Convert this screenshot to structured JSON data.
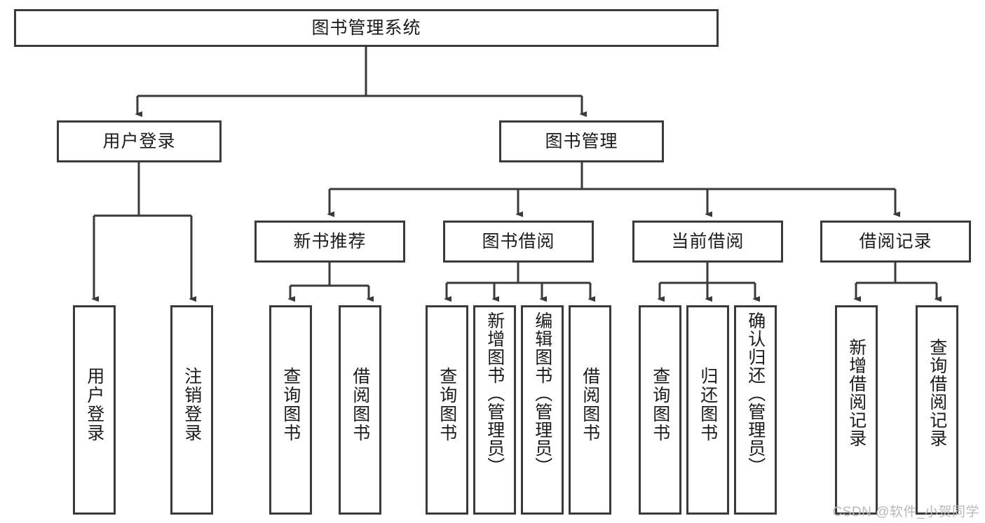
{
  "diagram": {
    "title": "图书管理系统",
    "watermark": "CSDN @软件_小贺同学",
    "root": {
      "label": "图书管理系统"
    },
    "level2": [
      {
        "label": "用户登录"
      },
      {
        "label": "图书管理"
      }
    ],
    "level3": [
      {
        "label": "新书推荐"
      },
      {
        "label": "图书借阅"
      },
      {
        "label": "当前借阅"
      },
      {
        "label": "借阅记录"
      }
    ],
    "leaves": {
      "user_login": [
        {
          "label": "用户登录"
        },
        {
          "label": "注销登录"
        }
      ],
      "new_book_recommend": [
        {
          "label": "查询图书"
        },
        {
          "label": "借阅图书"
        }
      ],
      "book_borrow": [
        {
          "label": "查询图书"
        },
        {
          "label": "新增图书（管理员）"
        },
        {
          "label": "编辑图书（管理员）"
        },
        {
          "label": "借阅图书"
        }
      ],
      "current_borrow": [
        {
          "label": "查询图书"
        },
        {
          "label": "归还图书"
        },
        {
          "label": "确认归还（管理员）"
        }
      ],
      "borrow_record": [
        {
          "label": "新增借阅记录"
        },
        {
          "label": "查询借阅记录"
        }
      ]
    },
    "colors": {
      "stroke": "#3a3a3a",
      "text": "#1b1b1b",
      "background": "#ffffff",
      "watermark": "#b9b9b9"
    }
  }
}
